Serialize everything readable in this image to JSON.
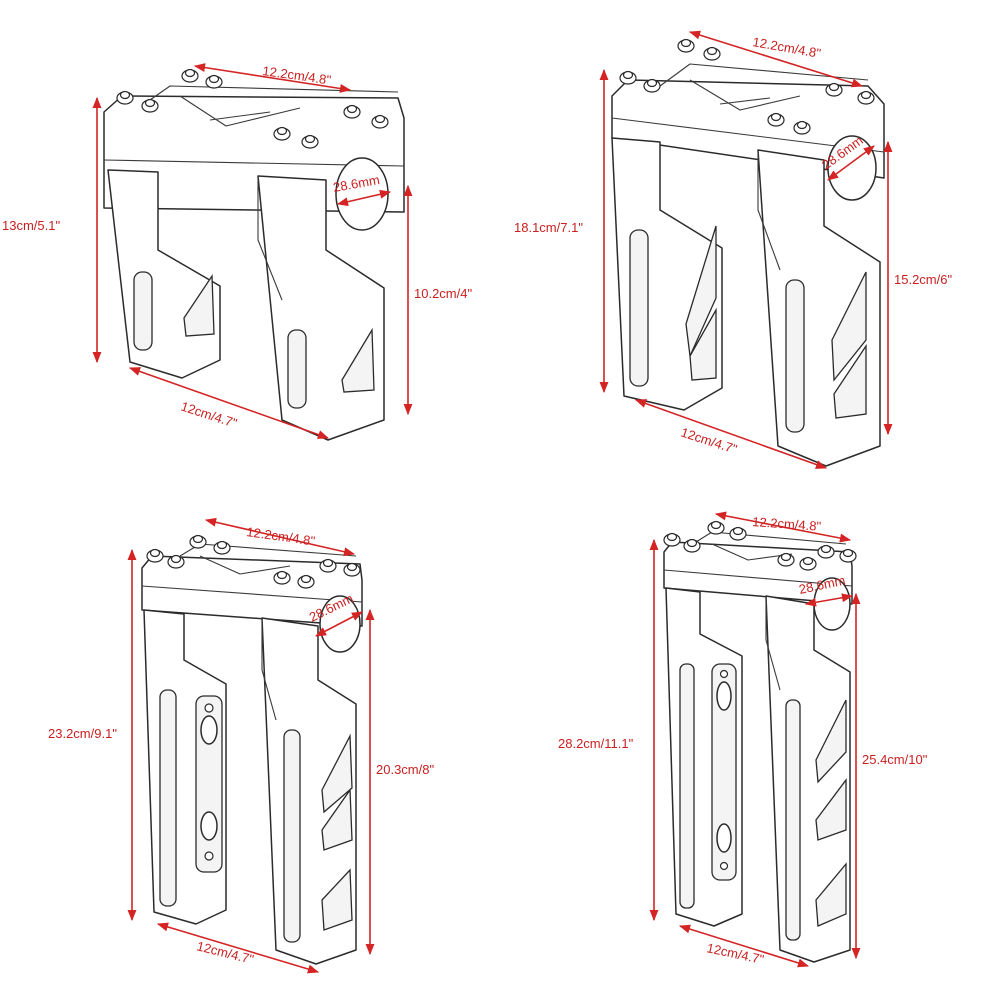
{
  "colors": {
    "dimension": "#d42424",
    "label": "#ca1f1f",
    "line_art": "#2b2b2b",
    "background": "#ffffff"
  },
  "variants": [
    {
      "id": "riser-5in",
      "top_width": "12.2cm/4.8\"",
      "bottom_width": "12cm/4.7\"",
      "total_height": "13cm/5.1\"",
      "riser_height": "10.2cm/4\"",
      "clamp_diameter": "28.6mm"
    },
    {
      "id": "riser-7in",
      "top_width": "12.2cm/4.8\"",
      "bottom_width": "12cm/4.7\"",
      "total_height": "18.1cm/7.1\"",
      "riser_height": "15.2cm/6\"",
      "clamp_diameter": "28.6mm"
    },
    {
      "id": "riser-9in",
      "top_width": "12.2cm/4.8\"",
      "bottom_width": "12cm/4.7\"",
      "total_height": "23.2cm/9.1\"",
      "riser_height": "20.3cm/8\"",
      "clamp_diameter": "28.6mm"
    },
    {
      "id": "riser-11in",
      "top_width": "12.2cm/4.8\"",
      "bottom_width": "12cm/4.7\"",
      "total_height": "28.2cm/11.1\"",
      "riser_height": "25.4cm/10\"",
      "clamp_diameter": "28.6mm"
    }
  ]
}
